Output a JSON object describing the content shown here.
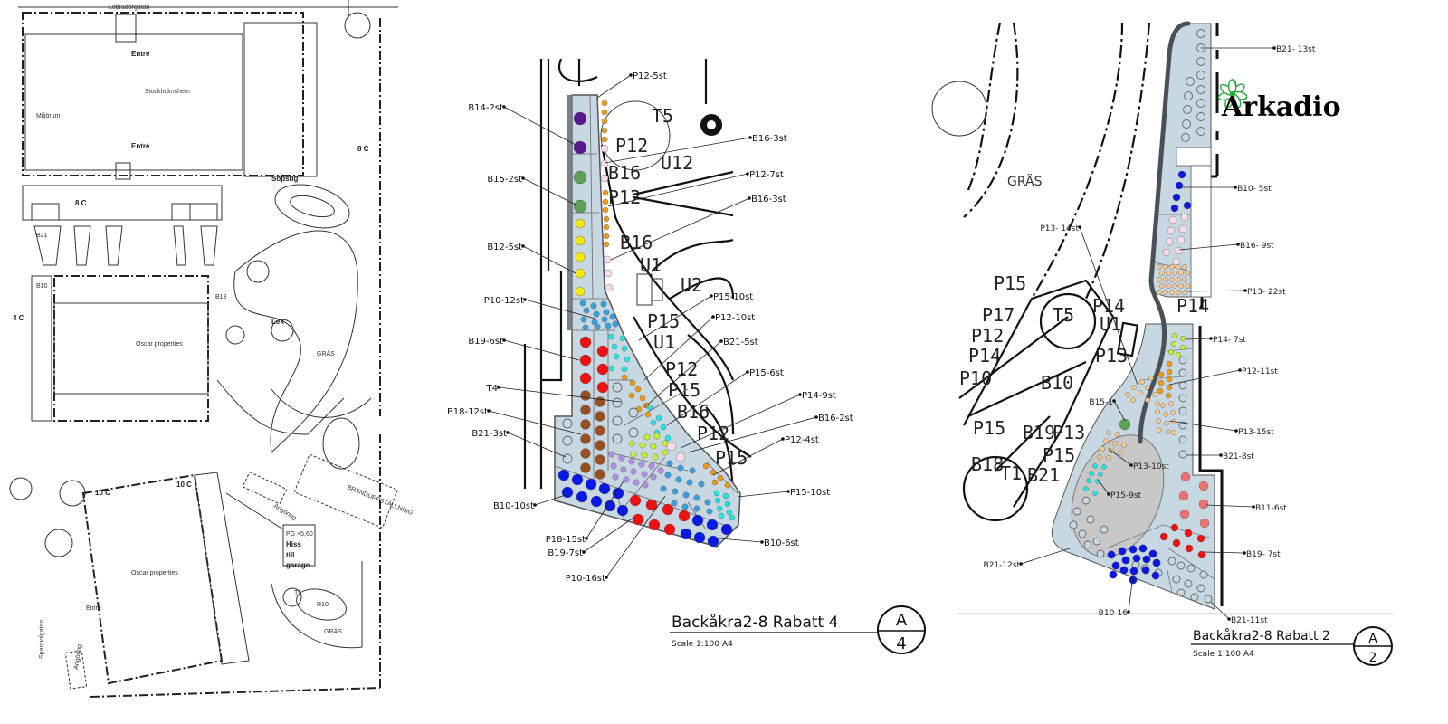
{
  "site_plan": {
    "street_top": "Lobradorgatan",
    "labels": [
      "Entré",
      "Stockholmshem",
      "Miljörum",
      "Entré",
      "Sopsug",
      "8 C",
      "8 C",
      "4 C",
      "Oscar properties",
      "Lek",
      "GRÄS",
      "Oscar properties",
      "Entré",
      "Angöring",
      "BRANDUPPSTÄLLNING",
      "PG +5,60",
      "Hiss",
      "till",
      "garage",
      "R10",
      "GRÄS",
      "Angöring",
      "10 C",
      "10 C",
      "B10",
      "B13",
      "B21",
      "T5"
    ],
    "street_left": "Spanbolgatan"
  },
  "rabatt4": {
    "title": "Backåkra2-8 Rabatt 4",
    "scale": "Scale 1:100 A4",
    "sheet_letter": "A",
    "sheet_number": "4",
    "background_labels": [
      "P12",
      "T5",
      "U12",
      "B16",
      "P12",
      "B16",
      "U1",
      "U2",
      "P15",
      "U1",
      "P12",
      "P15",
      "B16",
      "P12",
      "P15"
    ],
    "plant_labels": [
      "P12-5st",
      "B14-2st",
      "B16-3st",
      "B15-2st",
      "P12-7st",
      "B16-3st",
      "B12-5st",
      "P10-12st",
      "P15-10st",
      "P12-10st",
      "B19-6st",
      "B21-5st",
      "T4",
      "P15-6st",
      "P14-9st",
      "B18-12st",
      "B16-2st",
      "B21-3st",
      "P12-4st",
      "B10-10st",
      "P15-10st",
      "P18-15st",
      "B10-6st",
      "B19-7st",
      "P10-16st"
    ]
  },
  "rabatt2": {
    "title": "Backåkra2-8 Rabatt 2",
    "scale": "Scale 1:100 A4",
    "sheet_letter": "A",
    "sheet_number": "2",
    "background_labels": [
      "GRÄS",
      "P15",
      "P17",
      "P12",
      "P14",
      "P10",
      "T5",
      "P14",
      "U1",
      "P13",
      "B19",
      "B10",
      "B18",
      "T1",
      "B21",
      "P13",
      "P15",
      "P15",
      "P14"
    ],
    "plant_labels": [
      "B21- 13st",
      "B10- 5st",
      "B16- 9st",
      "P13- 14st",
      "P13- 22st",
      "P14- 7st",
      "P12-11st",
      "B15-1",
      "P13-15st",
      "B21-8st",
      "P13-10st",
      "P15-9st",
      "B11-6st",
      "B19- 7st",
      "B21-12st",
      "B10-16",
      "B21-11st"
    ]
  },
  "logo": {
    "name": "Arkadio",
    "color": "#1faa3a"
  },
  "colors": {
    "bed_fill": "#c8d8e3",
    "bed_edge": "#4a5058",
    "B14": "#5a1690",
    "B15": "#5f9f55",
    "B12": "#f2ea10",
    "P12": "#f29a10",
    "B16": "#f8dde6",
    "P10": "#3a9fe0",
    "B19": "#ee1111",
    "P15": "#22e6e6",
    "B18": "#985020",
    "B21": "#c8d8e3",
    "P14": "#c8ee30",
    "P18": "#b38ee6",
    "B10": "#0a18e6",
    "P13": "#f8c890",
    "B11": "#ee7070",
    "ellipse": "#c8c8c8"
  }
}
